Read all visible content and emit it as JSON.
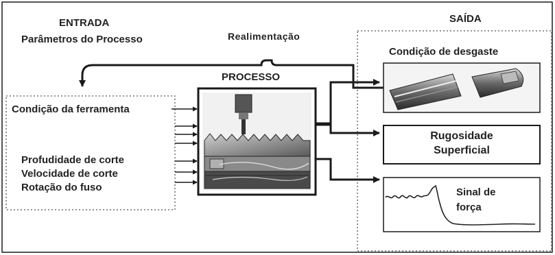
{
  "entrada": {
    "title": "ENTRADA",
    "subtitle": "Parâmetros do Processo",
    "tool_condition": "Condição da ferramenta",
    "params": [
      "Profudidade de corte",
      "Velocidade de corte",
      "Rotação do fuso"
    ]
  },
  "feedback_label": "Realimentação",
  "processo": {
    "title": "PROCESSO"
  },
  "saida": {
    "title": "SAÍDA",
    "wear_label": "Condição de desgaste",
    "roughness": [
      "Rugosidade",
      "Superficial"
    ],
    "force": [
      "Sinal de",
      "força"
    ]
  },
  "colors": {
    "line": "#1a1a1a",
    "text": "#222222",
    "background": "#ffffff",
    "dotted": "#555555"
  }
}
